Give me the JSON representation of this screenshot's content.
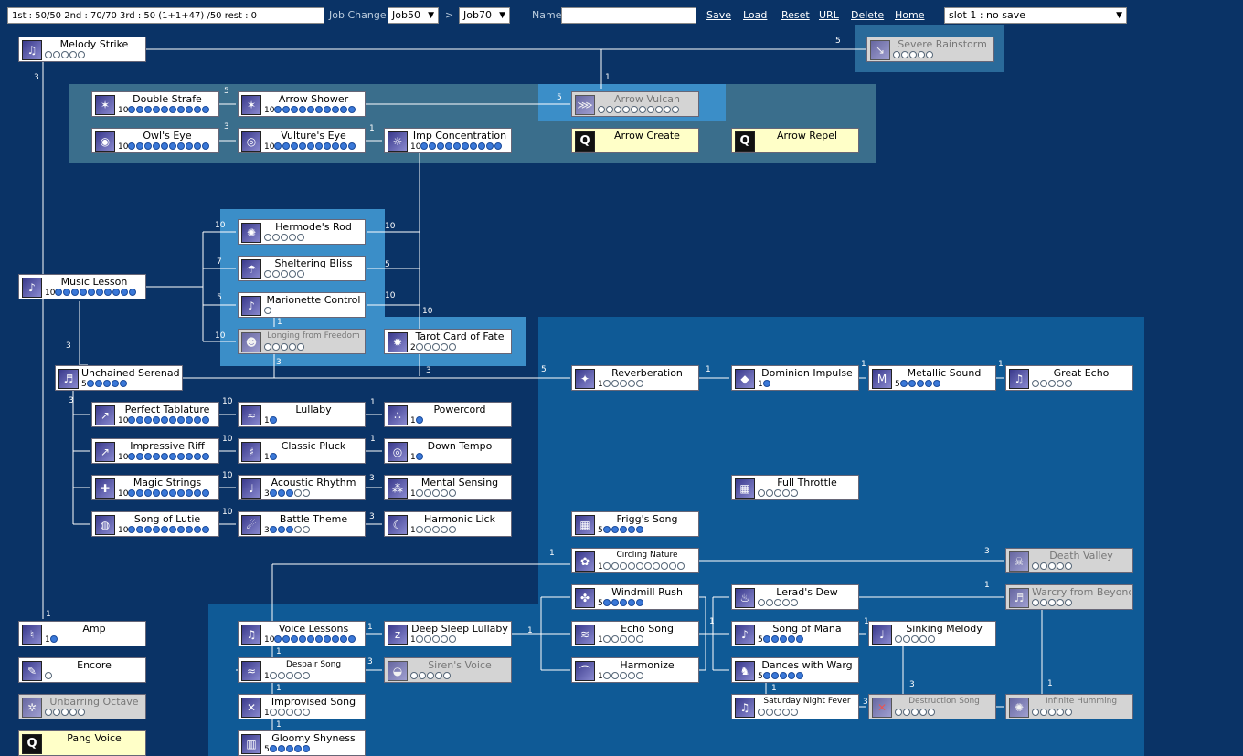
{
  "topbar": {
    "stats": "1st : 50/50   2nd : 70/70   3rd : 50 (1+1+47) /50   rest : 0",
    "job_change_label": "Job Change",
    "job_from": "Job50",
    "job_sep": ">",
    "job_to": "Job70",
    "name_label": "Name",
    "name_value": "",
    "links": {
      "save": "Save",
      "load": "Load",
      "reset": "Reset",
      "url": "URL",
      "delete": "Delete",
      "home": "Home"
    },
    "slot": "slot 1 : no save"
  },
  "colors": {
    "background": "#0a3366",
    "panel_mid": "#3a6e8c",
    "panel_light": "#3b8ec8",
    "panel_blue": "#0f5a96",
    "dot_on": "#3a78d8"
  },
  "skills": {
    "melody_strike": {
      "name": "Melody Strike",
      "level": "",
      "max": 5,
      "on": 0
    },
    "severe_rainstorm": {
      "name": "Severe Rainstorm",
      "level": "",
      "max": 5,
      "on": 0
    },
    "double_strafe": {
      "name": "Double Strafe",
      "level": "10",
      "max": 10,
      "on": 10
    },
    "arrow_shower": {
      "name": "Arrow Shower",
      "level": "10",
      "max": 10,
      "on": 10
    },
    "arrow_vulcan": {
      "name": "Arrow Vulcan",
      "level": "",
      "max": 10,
      "on": 0
    },
    "owls_eye": {
      "name": "Owl's Eye",
      "level": "10",
      "max": 10,
      "on": 10
    },
    "vultures_eye": {
      "name": "Vulture's Eye",
      "level": "10",
      "max": 10,
      "on": 10
    },
    "imp_concentration": {
      "name": "Imp Concentration",
      "level": "10",
      "max": 10,
      "on": 10
    },
    "arrow_create": {
      "name": "Arrow Create"
    },
    "arrow_repel": {
      "name": "Arrow Repel"
    },
    "hermodes_rod": {
      "name": "Hermode's Rod",
      "level": "",
      "max": 5,
      "on": 0
    },
    "sheltering_bliss": {
      "name": "Sheltering Bliss",
      "level": "",
      "max": 5,
      "on": 0
    },
    "marionette_control": {
      "name": "Marionette Control",
      "level": "",
      "max": 1,
      "on": 0
    },
    "longing_from_freedom": {
      "name": "Longing from Freedom",
      "level": "",
      "max": 5,
      "on": 0
    },
    "tarot_card": {
      "name": "Tarot Card of Fate",
      "level": "2",
      "max": 5,
      "on": 0
    },
    "music_lesson": {
      "name": "Music Lesson",
      "level": "10",
      "max": 10,
      "on": 10
    },
    "unchained_serenade": {
      "name": "Unchained Serenade",
      "level": "5",
      "max": 5,
      "on": 5
    },
    "reverberation": {
      "name": "Reverberation",
      "level": "1",
      "max": 5,
      "on": 0
    },
    "dominion_impulse": {
      "name": "Dominion Impulse",
      "level": "1",
      "max": 1,
      "on": 1
    },
    "metallic_sound": {
      "name": "Metallic Sound",
      "level": "5",
      "max": 5,
      "on": 5
    },
    "great_echo": {
      "name": "Great Echo",
      "level": "",
      "max": 5,
      "on": 0
    },
    "perfect_tablature": {
      "name": "Perfect Tablature",
      "level": "10",
      "max": 10,
      "on": 10
    },
    "lullaby": {
      "name": "Lullaby",
      "level": "1",
      "max": 1,
      "on": 1
    },
    "powercord": {
      "name": "Powercord",
      "level": "1",
      "max": 1,
      "on": 1
    },
    "impressive_riff": {
      "name": "Impressive Riff",
      "level": "10",
      "max": 10,
      "on": 10
    },
    "classic_pluck": {
      "name": "Classic Pluck",
      "level": "1",
      "max": 1,
      "on": 1
    },
    "down_tempo": {
      "name": "Down Tempo",
      "level": "1",
      "max": 1,
      "on": 1
    },
    "magic_strings": {
      "name": "Magic Strings",
      "level": "10",
      "max": 10,
      "on": 10
    },
    "acoustic_rhythm": {
      "name": "Acoustic Rhythm",
      "level": "3",
      "max": 5,
      "on": 3
    },
    "mental_sensing": {
      "name": "Mental Sensing",
      "level": "1",
      "max": 5,
      "on": 0
    },
    "song_of_lutie": {
      "name": "Song of Lutie",
      "level": "10",
      "max": 10,
      "on": 10
    },
    "battle_theme": {
      "name": "Battle Theme",
      "level": "3",
      "max": 5,
      "on": 3
    },
    "harmonic_lick": {
      "name": "Harmonic Lick",
      "level": "1",
      "max": 5,
      "on": 0
    },
    "full_throttle": {
      "name": "Full Throttle",
      "level": "",
      "max": 5,
      "on": 0
    },
    "friggs_song": {
      "name": "Frigg's Song",
      "level": "5",
      "max": 5,
      "on": 5
    },
    "circling_nature": {
      "name": "Circling Nature",
      "level": "1",
      "max": 10,
      "on": 0
    },
    "death_valley": {
      "name": "Death Valley",
      "level": "",
      "max": 5,
      "on": 0
    },
    "windmill_rush": {
      "name": "Windmill Rush",
      "level": "5",
      "max": 5,
      "on": 5
    },
    "lerads_dew": {
      "name": "Lerad's Dew",
      "level": "",
      "max": 5,
      "on": 0
    },
    "warcry_from_beyond": {
      "name": "Warcry from Beyond",
      "level": "",
      "max": 5,
      "on": 0
    },
    "amp": {
      "name": "Amp",
      "level": "1",
      "max": 1,
      "on": 1
    },
    "voice_lessons": {
      "name": "Voice Lessons",
      "level": "10",
      "max": 10,
      "on": 10
    },
    "deep_sleep_lullaby": {
      "name": "Deep Sleep Lullaby",
      "level": "1",
      "max": 5,
      "on": 0
    },
    "echo_song": {
      "name": "Echo Song",
      "level": "1",
      "max": 5,
      "on": 0
    },
    "song_of_mana": {
      "name": "Song of Mana",
      "level": "5",
      "max": 5,
      "on": 5
    },
    "sinking_melody": {
      "name": "Sinking Melody",
      "level": "",
      "max": 5,
      "on": 0
    },
    "encore": {
      "name": "Encore",
      "level": "",
      "max": 1,
      "on": 0
    },
    "despair_song": {
      "name": "Despair Song",
      "level": "1",
      "max": 5,
      "on": 0
    },
    "sirens_voice": {
      "name": "Siren's Voice",
      "level": "",
      "max": 5,
      "on": 0
    },
    "harmonize": {
      "name": "Harmonize",
      "level": "1",
      "max": 5,
      "on": 0
    },
    "dances_with_warg": {
      "name": "Dances with Warg",
      "level": "5",
      "max": 5,
      "on": 5
    },
    "unbarring_octave": {
      "name": "Unbarring Octave",
      "level": "",
      "max": 5,
      "on": 0
    },
    "improvised_song": {
      "name": "Improvised Song",
      "level": "1",
      "max": 5,
      "on": 0
    },
    "saturday_night_fever": {
      "name": "Saturday Night Fever",
      "level": "",
      "max": 5,
      "on": 0
    },
    "destruction_song": {
      "name": "Destruction Song",
      "level": "",
      "max": 5,
      "on": 0
    },
    "infinite_humming": {
      "name": "Infinite Humming",
      "level": "",
      "max": 5,
      "on": 0
    },
    "pang_voice": {
      "name": "Pang Voice"
    },
    "gloomy_shyness": {
      "name": "Gloomy Shyness",
      "level": "5",
      "max": 5,
      "on": 5
    }
  },
  "requirements": {
    "r1": "5",
    "r2": "1",
    "r3": "3",
    "r4": "5",
    "r5": "5",
    "r6": "3",
    "r7": "1",
    "r8": "10",
    "r9": "10",
    "r10": "7",
    "r11": "5",
    "r12": "5",
    "r13": "10",
    "r14": "10",
    "r15": "10",
    "r16": "1",
    "r17": "3",
    "r18": "3",
    "r19": "5",
    "r20": "1",
    "r21": "1",
    "r22": "3",
    "r23": "3",
    "r24": "10",
    "r25": "1",
    "r26": "10",
    "r27": "1",
    "r28": "10",
    "r29": "3",
    "r30": "10",
    "r31": "3",
    "r32": "1",
    "r33": "3",
    "r34": "1",
    "r35": "1",
    "r36": "1",
    "r37": "1",
    "r38": "1",
    "r39": "3",
    "r40": "1",
    "r41": "1",
    "r42": "1",
    "r43": "3",
    "r44": "1",
    "r45": "3",
    "r46": "1",
    "r47": "1",
    "r48": "1"
  }
}
